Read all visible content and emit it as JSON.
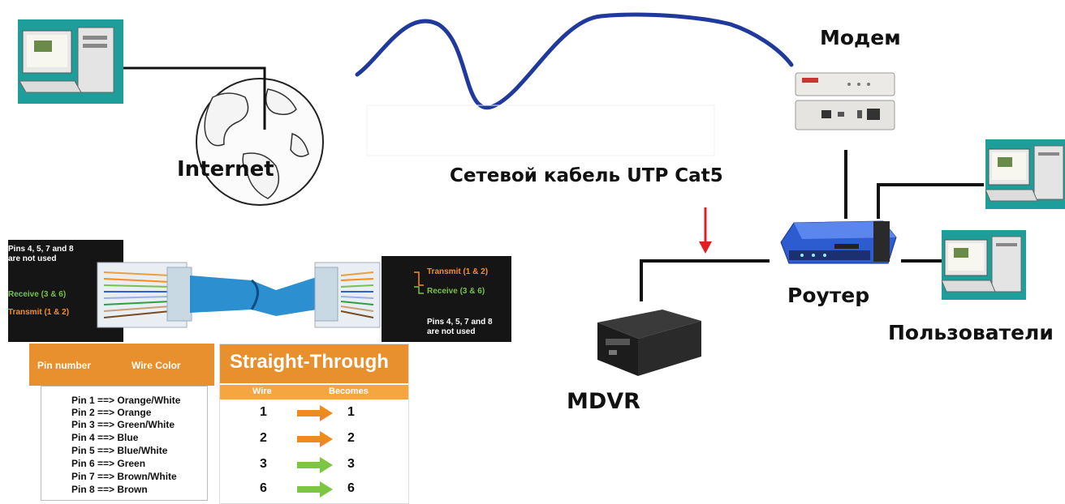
{
  "labels": {
    "modem": "Модем",
    "internet": "Internet",
    "cable": "Сетевой кабель UTP Cat5",
    "router": "Роутер",
    "users": "Пользователи",
    "mdvr": "MDVR"
  },
  "wiring": {
    "left_pins_unused_1": "Pins 4, 5, 7 and 8",
    "left_pins_unused_2": "are not used",
    "left_receive": "Receive (3 & 6)",
    "left_transmit": "Transmit (1 & 2)",
    "right_transmit": "Transmit (1 & 2)",
    "right_receive": "Receive (3 & 6)",
    "right_pins_unused_1": "Pins 4, 5, 7 and 8",
    "right_pins_unused_2": "are not used"
  },
  "pin_table": {
    "header_pin": "Pin number",
    "header_color": "Wire Color",
    "rows": [
      "Pin 1 ==> Orange/White",
      "Pin 2 ==> Orange",
      "Pin 3 ==> Green/White",
      "Pin 4 ==> Blue",
      "Pin 5 ==> Blue/White",
      "Pin 6 ==> Green",
      "Pin 7 ==> Brown/White",
      "Pin 8 ==> Brown"
    ]
  },
  "straight_through": {
    "title": "Straight-Through",
    "col_wire": "Wire",
    "col_becomes": "Becomes",
    "rows": [
      {
        "wire": "1",
        "becomes": "1",
        "arrow": "orange"
      },
      {
        "wire": "2",
        "becomes": "2",
        "arrow": "orange"
      },
      {
        "wire": "3",
        "becomes": "3",
        "arrow": "green"
      },
      {
        "wire": "6",
        "becomes": "6",
        "arrow": "green"
      }
    ]
  },
  "colors": {
    "cable_blue": "#1f3a9c",
    "computer_bg": "#1e9e9a",
    "table_orange": "#e9902e",
    "arrow_orange": "#ef8a22",
    "arrow_green": "#7cc642",
    "pointer_red": "#e02020"
  }
}
